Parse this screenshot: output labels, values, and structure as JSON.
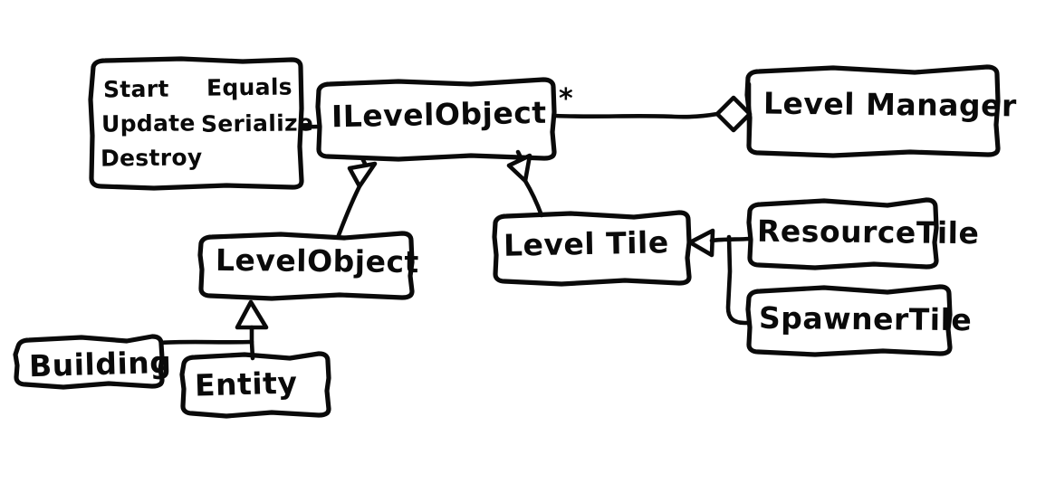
{
  "diagram": {
    "kind": "uml-class-diagram",
    "style": "hand-drawn-whiteboard-sketch",
    "background_color": "#ffffff",
    "ink_color": "#0a0a0a",
    "multiplicity_marker": "*"
  },
  "classes": {
    "ilevelobject": {
      "name": "ILevelObject"
    },
    "levelmanager": {
      "name": "Level Manager"
    },
    "levelobject": {
      "name": "LevelObject"
    },
    "leveltile": {
      "name": "Level Tile"
    },
    "resourcetile": {
      "name": "ResourceTile"
    },
    "spawnertile": {
      "name": "SpawnerTile"
    },
    "building": {
      "name": "Building"
    },
    "entity": {
      "name": "Entity"
    }
  },
  "methods_note": {
    "column_left": [
      "Start",
      "Update",
      "Destroy"
    ],
    "column_right": [
      "Equals",
      "Serialize"
    ],
    "rows": [
      {
        "left": "Start",
        "right": "Equals"
      },
      {
        "left": "Update",
        "right": "Serialize"
      },
      {
        "left": "Destroy",
        "right": ""
      }
    ]
  },
  "relationships": [
    {
      "from": "ILevelObject",
      "to": "Level Manager",
      "type": "aggregation",
      "multiplicity": "*"
    },
    {
      "from": "LevelObject",
      "to": "ILevelObject",
      "type": "generalization"
    },
    {
      "from": "Level Tile",
      "to": "ILevelObject",
      "type": "generalization"
    },
    {
      "from": "ResourceTile",
      "to": "Level Tile",
      "type": "generalization"
    },
    {
      "from": "SpawnerTile",
      "to": "Level Tile",
      "type": "generalization"
    },
    {
      "from": "Building",
      "to": "LevelObject",
      "type": "generalization"
    },
    {
      "from": "Entity",
      "to": "LevelObject",
      "type": "generalization"
    }
  ]
}
